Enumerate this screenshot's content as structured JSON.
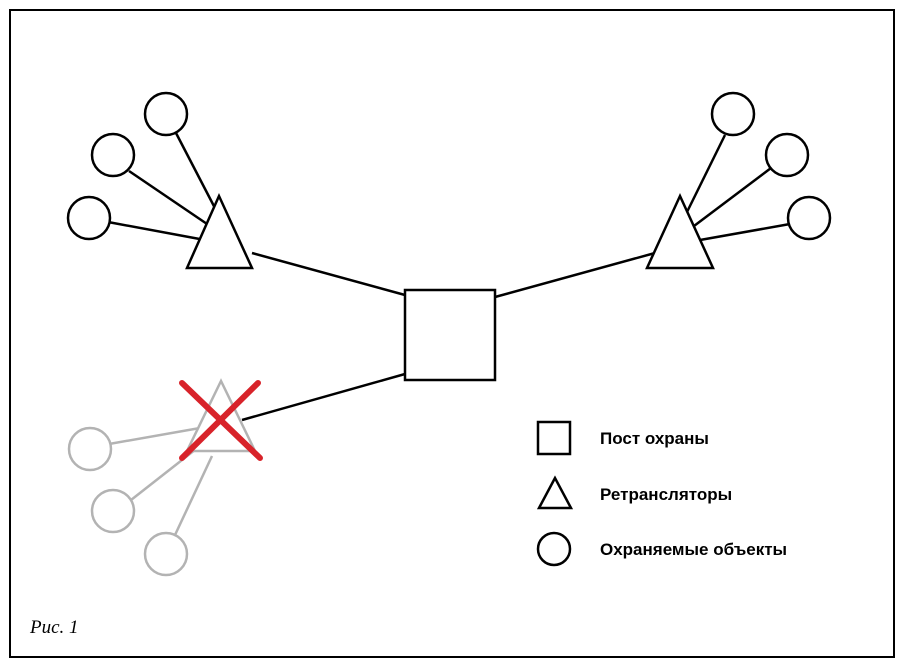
{
  "diagram": {
    "colors": {
      "ink": "#000000",
      "inactive": "#b3b3b3",
      "failure_mark": "#d8232a",
      "background": "#ffffff"
    },
    "nodes": {
      "security_post": {
        "shape": "square"
      },
      "repeaters": [
        {
          "id": "repeater-left",
          "status": "active",
          "objects": 3
        },
        {
          "id": "repeater-right",
          "status": "active",
          "objects": 3
        },
        {
          "id": "repeater-failed",
          "status": "failed",
          "objects": 3
        }
      ]
    }
  },
  "legend": {
    "items": [
      {
        "shape": "square",
        "label": "Пост охраны"
      },
      {
        "shape": "triangle",
        "label": "Ретрансляторы"
      },
      {
        "shape": "circle",
        "label": "Охраняемые объекты"
      }
    ]
  },
  "caption": "Рис. 1"
}
